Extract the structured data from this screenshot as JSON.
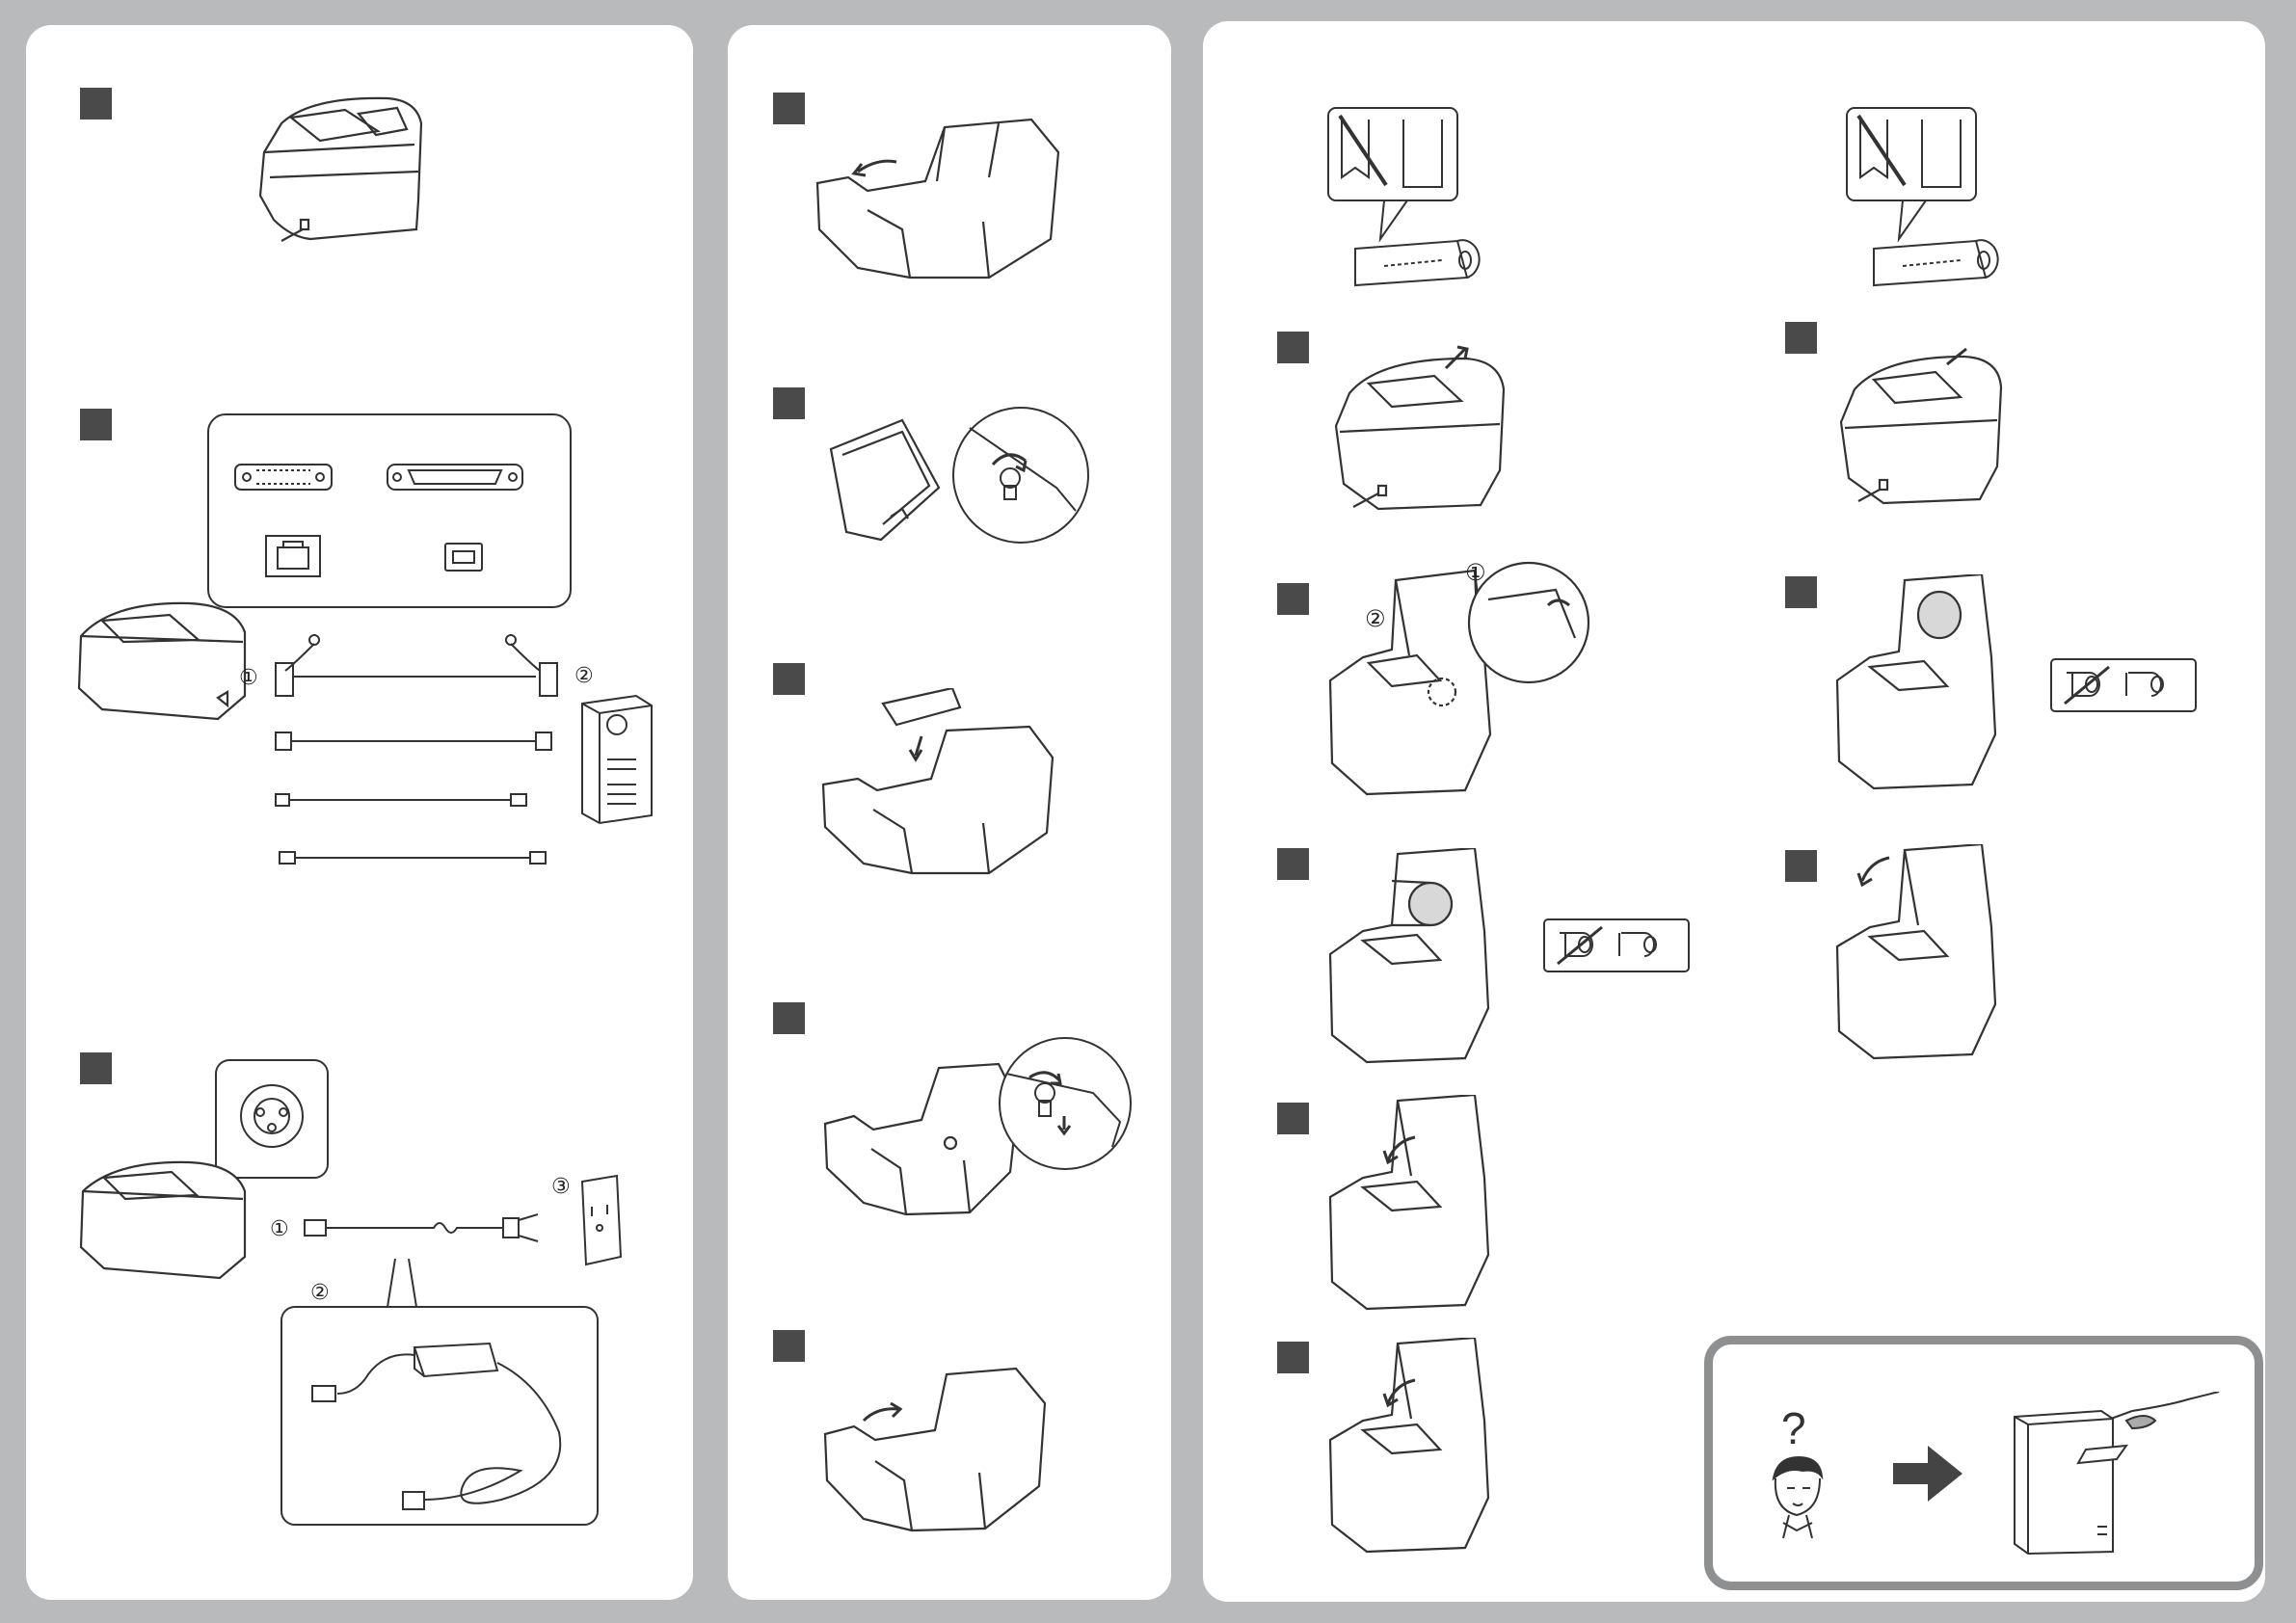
{
  "markers": {
    "circled_1": "①",
    "circled_2": "②",
    "circled_3": "③",
    "question_mark": "?"
  },
  "icons": [
    "step-marker-icon",
    "printer-icon",
    "interface-connector-icon",
    "cable-icon",
    "computer-tower-icon",
    "power-connector-icon",
    "ac-adapter-icon",
    "wall-outlet-icon",
    "ribbon-cassette-icon",
    "knob-rotate-icon",
    "paper-roll-icon",
    "paper-orientation-icon",
    "confused-person-icon",
    "arrow-right-icon",
    "contact-dealer-icon"
  ],
  "colors": {
    "background": "#b9babc",
    "panel": "#ffffff",
    "step_marker": "#4a4a4a",
    "line_art": "#333333",
    "help_border": "#8e8f91",
    "help_arrow": "#444444"
  }
}
